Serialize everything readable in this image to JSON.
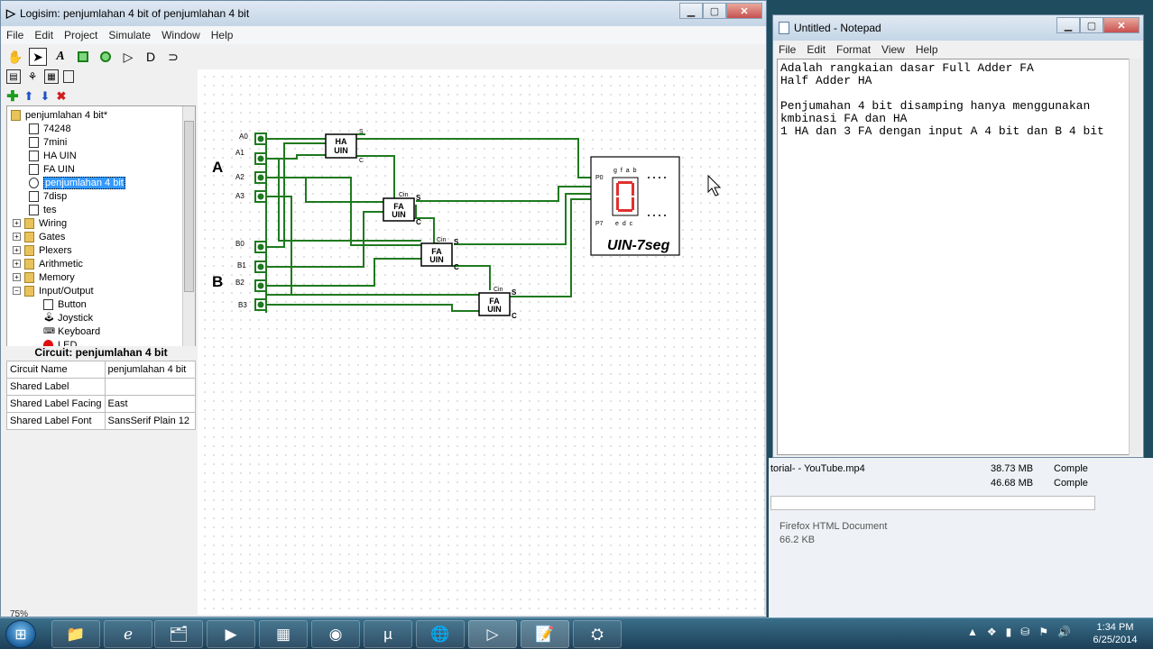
{
  "logisim": {
    "title": "Logisim: penjumlahan 4 bit of penjumlahan 4 bit",
    "menu": [
      "File",
      "Edit",
      "Project",
      "Simulate",
      "Window",
      "Help"
    ],
    "project_tree": [
      {
        "label": "penjumlahan 4 bit*",
        "kind": "folder"
      },
      {
        "label": "74248",
        "kind": "chip"
      },
      {
        "label": "7mini",
        "kind": "chip"
      },
      {
        "label": "HA UIN",
        "kind": "chip"
      },
      {
        "label": "FA UIN",
        "kind": "chip"
      },
      {
        "label": "penjumlahan 4 bit",
        "kind": "chip",
        "selected": true
      },
      {
        "label": "7disp",
        "kind": "chip"
      },
      {
        "label": "tes",
        "kind": "chip"
      },
      {
        "label": "Wiring",
        "kind": "folder"
      },
      {
        "label": "Gates",
        "kind": "folder"
      },
      {
        "label": "Plexers",
        "kind": "folder"
      },
      {
        "label": "Arithmetic",
        "kind": "folder"
      },
      {
        "label": "Memory",
        "kind": "folder"
      },
      {
        "label": "Input/Output",
        "kind": "folder"
      },
      {
        "label": "Button",
        "kind": "item"
      },
      {
        "label": "Joystick",
        "kind": "item"
      },
      {
        "label": "Keyboard",
        "kind": "item"
      },
      {
        "label": "LED",
        "kind": "item"
      }
    ],
    "attributes_title": "Circuit: penjumlahan 4 bit",
    "attributes": [
      {
        "name": "Circuit Name",
        "value": "penjumlahan 4 bit"
      },
      {
        "name": "Shared Label",
        "value": ""
      },
      {
        "name": "Shared Label Facing",
        "value": "East"
      },
      {
        "name": "Shared Label Font",
        "value": "SansSerif Plain 12"
      }
    ],
    "zoom": "75%",
    "circuit": {
      "group_a": "A",
      "group_b": "B",
      "pins": [
        "A0",
        "A1",
        "A2",
        "A3",
        "B0",
        "B1",
        "B2",
        "B3"
      ],
      "ha_label": "HA UIN",
      "fa_label": "FA UIN",
      "cin": "Cin",
      "s": "S",
      "c": "C",
      "display_label": "UIN-7seg",
      "display_top": "g f a b",
      "display_bottom": "e d c",
      "p0": "P0",
      "p7": "P7",
      "ha_line1": "HA",
      "ha_line2": "UIN",
      "fa_line1": "FA",
      "fa_line2": "UIN"
    }
  },
  "notepad": {
    "title": "Untitled - Notepad",
    "menu": [
      "File",
      "Edit",
      "Format",
      "View",
      "Help"
    ],
    "text": "Adalah rangkaian dasar Full Adder FA\nHalf Adder HA\n\nPenjumahan 4 bit disamping hanya menggunakan kmbinasi FA dan HA\n1 HA dan 3 FA dengan input A 4 bit dan B 4 bit"
  },
  "downloads": [
    {
      "name": "torial- - YouTube.mp4",
      "size": "38.73 MB",
      "status": "Comple"
    },
    {
      "name": "",
      "size": "46.68 MB",
      "status": "Comple"
    }
  ],
  "file_details": {
    "type": "Firefox HTML Document",
    "size": "66.2 KB"
  },
  "clock": {
    "time": "1:34 PM",
    "date": "6/25/2014"
  }
}
